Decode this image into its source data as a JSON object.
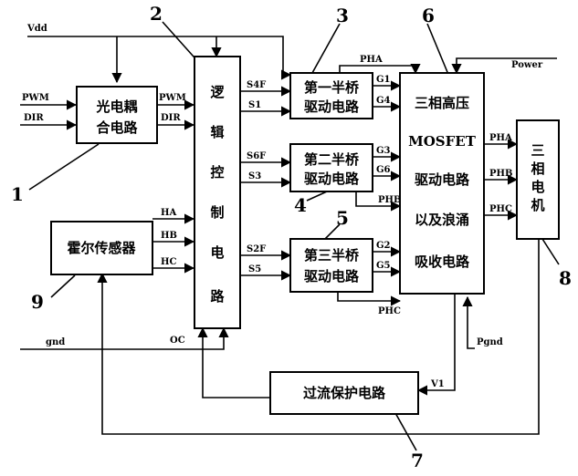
{
  "signals": {
    "vdd": "Vdd",
    "power": "Power",
    "gnd": "gnd",
    "pgnd": "Pgnd",
    "oc": "OC",
    "v1": "V1",
    "pwm_in": "PWM",
    "dir_in": "DIR",
    "pwm_out": "PWM",
    "dir_out": "DIR",
    "ha": "HA",
    "hb": "HB",
    "hc": "HC",
    "s4f": "S4F",
    "s1": "S1",
    "s6f": "S6F",
    "s3": "S3",
    "s2f": "S2F",
    "s5": "S5",
    "g1": "G1",
    "g4": "G4",
    "g3": "G3",
    "g6": "G6",
    "g2": "G2",
    "g5": "G5",
    "pha_top": "PHA",
    "phb_mid": "PHB",
    "phc_bot": "PHC",
    "pha_out": "PHA",
    "phb_out": "PHB",
    "phc_out": "PHC"
  },
  "blocks": {
    "optocoupler": [
      "光电耦",
      "合电路"
    ],
    "logic": [
      "逻",
      "辑",
      "控",
      "制",
      "电",
      "路"
    ],
    "half_bridge_1": [
      "第一半桥",
      "驱动电路"
    ],
    "half_bridge_2": [
      "第二半桥",
      "驱动电路"
    ],
    "half_bridge_3": [
      "第三半桥",
      "驱动电路"
    ],
    "mosfet": [
      "三相高压",
      "MOSFET",
      "驱动电路",
      "以及浪涌",
      "吸收电路"
    ],
    "hall": "霍尔传感器",
    "overcurrent": "过流保护电路",
    "motor": [
      "三",
      "相",
      "电",
      "机"
    ]
  },
  "callouts": [
    "1",
    "2",
    "3",
    "4",
    "5",
    "6",
    "7",
    "8",
    "9"
  ]
}
